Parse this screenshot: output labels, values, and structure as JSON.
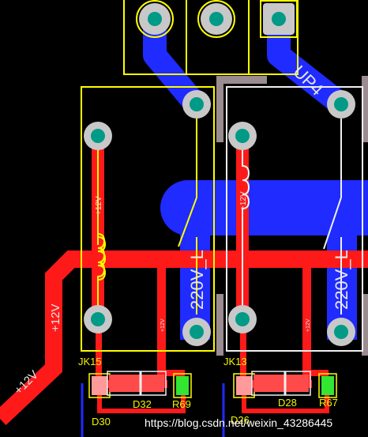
{
  "board": {
    "background": "#000000",
    "colors": {
      "top_copper": "#ff1a1a",
      "bottom_copper": "#1f2bff",
      "pad": "#c8c8c8",
      "pad_hole": "#009a86",
      "silk_yellow": "#ffff00",
      "silk_white": "#f0f0f0",
      "keepout": "#9a8c90",
      "smd_pad": "#ff9a9a",
      "smd_pad_green": "#32e632"
    }
  },
  "labels": {
    "net_12v_left": "+12V",
    "net_12v_bottom": "+12V",
    "coil_label_1": "+12V",
    "coil_label_2": "+12V",
    "trace_label_1": "+12V",
    "trace_label_2": "+12V",
    "ac_label_1": "220V_L",
    "ac_label_2": "220V_L",
    "up_label": "UP4"
  },
  "components": {
    "relay_1": "JK15",
    "relay_2": "JK13",
    "diode_1": "D30",
    "diode_2": "D32",
    "diode_3": "D26",
    "diode_4": "D28",
    "resistor_1": "R69",
    "resistor_2": "R67"
  },
  "watermark": "https://blog.csdn.net/weixin_43286445"
}
